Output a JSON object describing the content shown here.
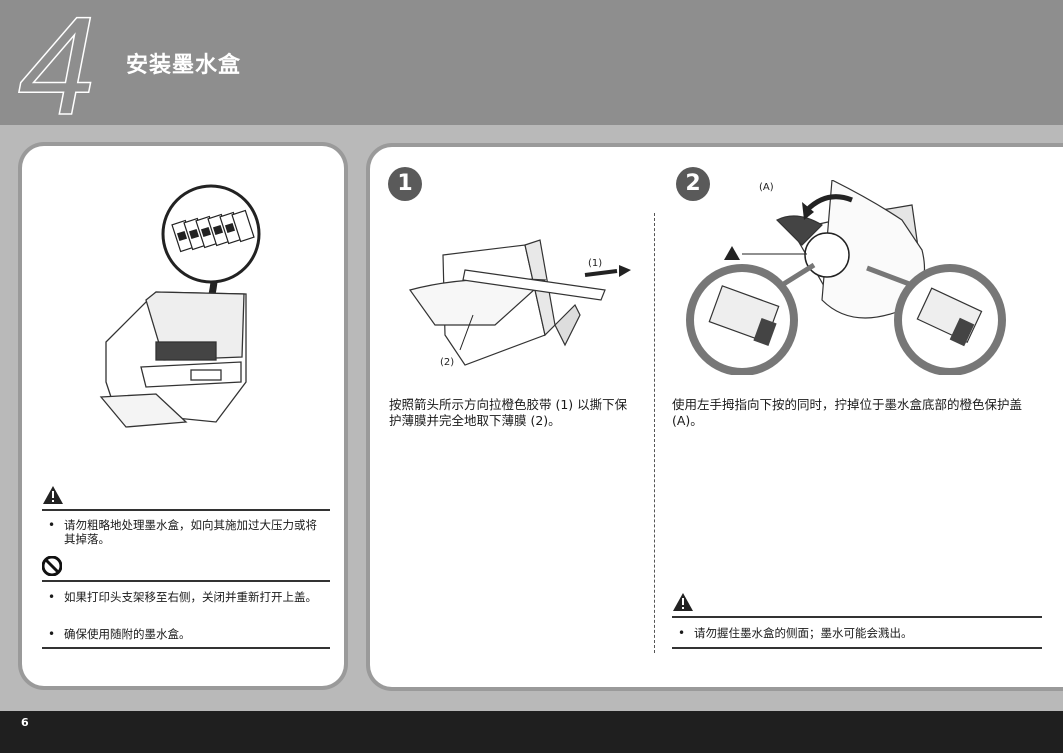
{
  "header": {
    "step_number": "4",
    "title": "安装墨水盒"
  },
  "left_panel": {
    "caution_item": "请勿粗略地处理墨水盒，如向其施加过大压力或将其掉落。",
    "prohibited_items": [
      "如果打印头支架移至右侧，关闭并重新打开上盖。",
      "确保使用随附的墨水盒。"
    ],
    "bullet": "•"
  },
  "step1": {
    "number": "1",
    "label_1": "(1)",
    "label_2": "(2)",
    "instruction": "按照箭头所示方向拉橙色胶带 (1) 以撕下保护薄膜并完全地取下薄膜 (2)。"
  },
  "step2": {
    "number": "2",
    "label_a": "(A)",
    "instruction": "使用左手拇指向下按的同时，拧掉位于墨水盒底部的橙色保护盖 (A)。",
    "caution_item": "请勿握住墨水盒的侧面；墨水可能会溅出。"
  },
  "footer": {
    "page_number": "6"
  },
  "colors": {
    "header_bg": "#8e8e8e",
    "body_bg": "#b9b9b9",
    "footer_bg": "#1f1f1f",
    "panel_bg": "#ffffff",
    "step_circle": "#5a5a5a"
  },
  "icons": [
    "warning-triangle-icon",
    "prohibited-icon"
  ]
}
